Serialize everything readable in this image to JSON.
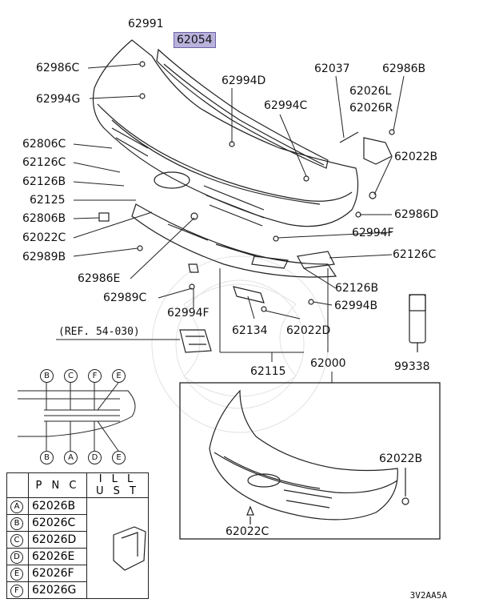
{
  "labels": {
    "p62991": "62991",
    "p62054": "62054",
    "p62986c": "62986C",
    "p62994g": "62994G",
    "p62994d": "62994D",
    "p62037": "62037",
    "p62986b": "62986B",
    "p62026l": "62026L",
    "p62026r": "62026R",
    "p62994c": "62994C",
    "p62806c": "62806C",
    "p62126c_a": "62126C",
    "p62126b_a": "62126B",
    "p62125": "62125",
    "p62806b": "62806B",
    "p62022c_a": "62022C",
    "p62989b": "62989B",
    "p62022b_a": "62022B",
    "p62986d": "62986D",
    "p62994f_a": "62994F",
    "p62126c_b": "62126C",
    "p62986e": "62986E",
    "p62126b_b": "62126B",
    "p62989c": "62989C",
    "p62994b": "62994B",
    "p62994f_b": "62994F",
    "p62134": "62134",
    "p62022d": "62022D",
    "p62115": "62115",
    "p62000": "62000",
    "p99338": "99338",
    "p62022b_b": "62022B",
    "p62022c_b": "62022C"
  },
  "reference": "(REF. 54-030)",
  "detail_markers": {
    "top": [
      "B",
      "C",
      "F",
      "E"
    ],
    "bottom": [
      "B",
      "A",
      "D",
      "E"
    ]
  },
  "table": {
    "header_pnc": "P N C",
    "header_illust": "I L L U S T",
    "rows": [
      {
        "mark": "A",
        "pnc": "62026B"
      },
      {
        "mark": "B",
        "pnc": "62026C"
      },
      {
        "mark": "C",
        "pnc": "62026D"
      },
      {
        "mark": "D",
        "pnc": "62026E"
      },
      {
        "mark": "E",
        "pnc": "62026F"
      },
      {
        "mark": "F",
        "pnc": "62026G"
      }
    ]
  },
  "diagram_code": "3V2AA5A"
}
